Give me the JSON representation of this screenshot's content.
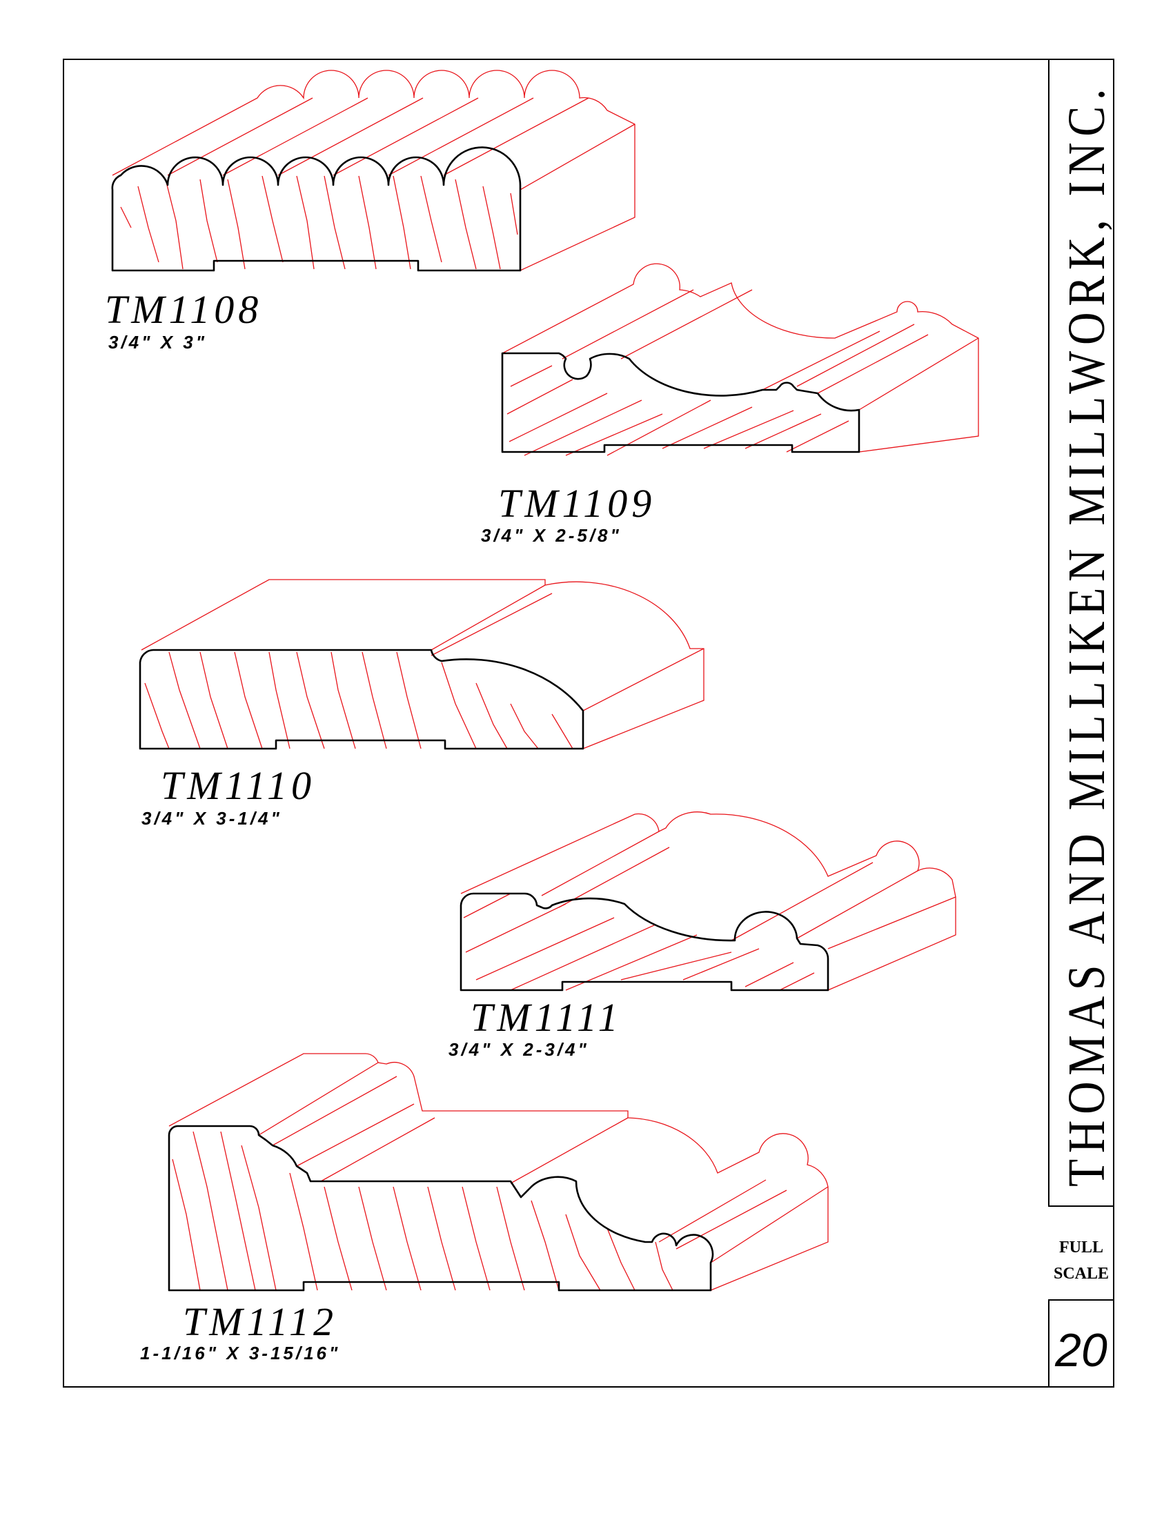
{
  "company_title": "THOMAS AND MILLIKEN MILLWORK, INC.",
  "scale_label": {
    "line1": "FULL",
    "line2": "SCALE"
  },
  "page_number": "20",
  "colors": {
    "outline": "#000000",
    "projection": "#e8141a",
    "background": "#ffffff"
  },
  "profiles": [
    {
      "name": "TM1108",
      "dimensions": "3/4\"  X  3\""
    },
    {
      "name": "TM1109",
      "dimensions": "3/4\"  X  2-5/8\""
    },
    {
      "name": "TM1110",
      "dimensions": "3/4\"  X  3-1/4\""
    },
    {
      "name": "TM1111",
      "dimensions": "3/4\"  X  2-3/4\""
    },
    {
      "name": "TM1112",
      "dimensions": "1-1/16\"  X  3-15/16\""
    }
  ]
}
